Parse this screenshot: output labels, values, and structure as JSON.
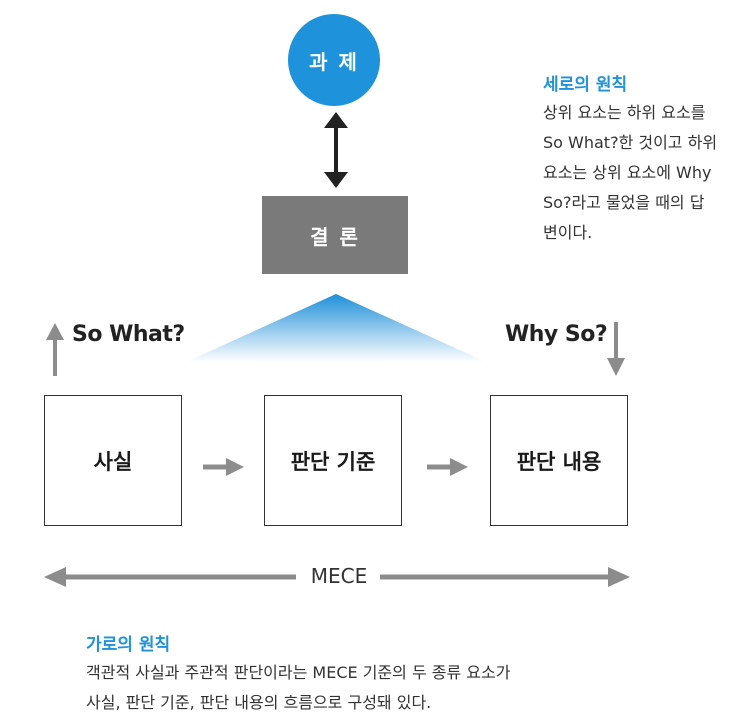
{
  "topic": {
    "label": "과 제"
  },
  "conclusion": {
    "label": "결 론"
  },
  "nodes": [
    "사실",
    "판단 기준",
    "판단 내용"
  ],
  "labels": {
    "so_what": "So What?",
    "why_so": "Why So?",
    "mece": "MECE"
  },
  "vertical_principle": {
    "title": "세로의 원칙",
    "lines": [
      "상위 요소는 하위 요소를",
      "So What?한 것이고 하위",
      "요소는 상위 요소에 Why",
      "So?라고 물었을 때의 답",
      "변이다."
    ]
  },
  "horizontal_principle": {
    "title": "가로의 원칙",
    "lines": [
      "객관적 사실과 주관적 판단이라는 MECE 기준의 두 종류 요소가",
      "사실, 판단 기준, 판단 내용의 흐름으로 구성돼 있다."
    ]
  },
  "colors": {
    "accent_blue": "#1e93dc",
    "conclusion_gray": "#7a7a7a",
    "arrow_gray": "#8c8c8c"
  },
  "icons": [
    "double-arrow-vertical-icon",
    "arrow-up-icon",
    "arrow-down-icon",
    "arrow-right-icon",
    "double-arrow-horizontal-icon"
  ]
}
